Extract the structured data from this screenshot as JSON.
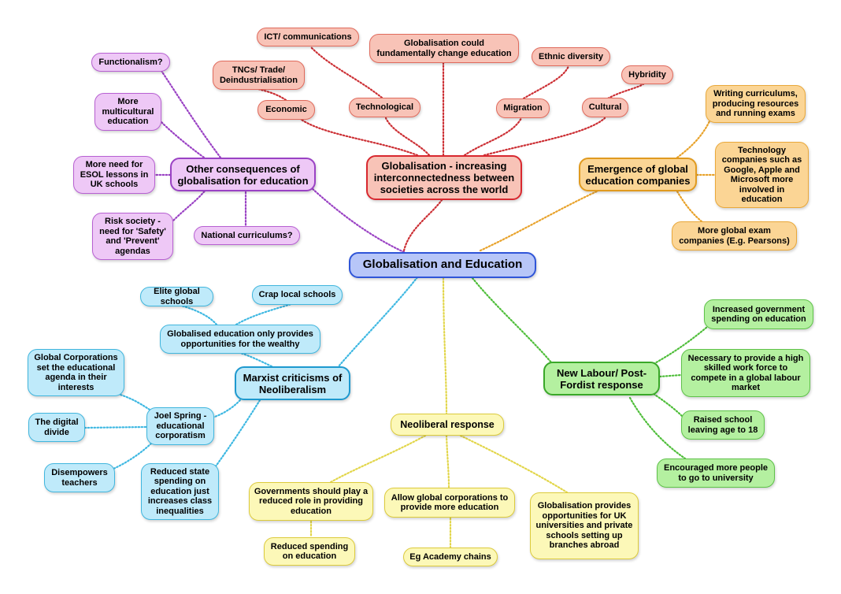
{
  "colors": {
    "red": "#cc2f34",
    "purple": "#9a42c4",
    "orange": "#e8a22a",
    "blue": "#3eb8e2",
    "yellow": "#e2d64a",
    "green": "#4fbe3a"
  },
  "nodes": {
    "central": "Globalisation and Education",
    "glob": "Globalisation - increasing interconnectedness between societies across the world",
    "ict": "ICT/ communications",
    "change": "Globalisation could fundamentally change education",
    "ethnic": "Ethnic diversity",
    "hybridity": "Hybridity",
    "tncs": "TNCs/ Trade/ Deindustrialisation",
    "economic": "Economic",
    "technological": "Technological",
    "migration": "Migration",
    "cultural": "Cultural",
    "other": "Other consequences of globalisation for education",
    "functionalism": "Functionalism?",
    "multicultural": "More multicultural education",
    "esol": "More need for ESOL lessons in UK schools",
    "risk": "Risk society - need for 'Safety' and 'Prevent' agendas",
    "national": "National curriculums?",
    "emergence": "Emergence of global education companies",
    "writing": "Writing curriculums, producing resources and running exams",
    "techco": "Technology companies such as Google, Apple and Microsoft more involved in education",
    "exam": "More global exam companies (E.g. Pearsons)",
    "marxist": "Marxist criticisms of Neoliberalism",
    "elite": "Elite global schools",
    "crap": "Crap local schools",
    "wealthy": "Globalised education only provides opportunities for the wealthy",
    "corps": "Global Corporations set the educational agenda in their interests",
    "digital": "The digital divide",
    "disempowers": "Disempowers teachers",
    "joel": "Joel Spring - educational corporatism",
    "reduced_state": "Reduced state spending on education just increases class inequalities",
    "neoliberal": "Neoliberal response",
    "govts": "Governments should play a reduced role in providing education",
    "reduced_spend": "Reduced spending on education",
    "allow": "Allow global corporations to provide more education",
    "academy": "Eg Academy chains",
    "unis": "Globalisation provides opportunities for UK universities and private schools setting up branches abroad",
    "newlabour": "New Labour/ Post-Fordist response",
    "gov_spend": "Increased government spending on education",
    "skilled": "Necessary to provide a high skilled work force to compete in a global labour market",
    "leaving": "Raised school leaving age to 18",
    "university": "Encouraged more people to go to university"
  }
}
